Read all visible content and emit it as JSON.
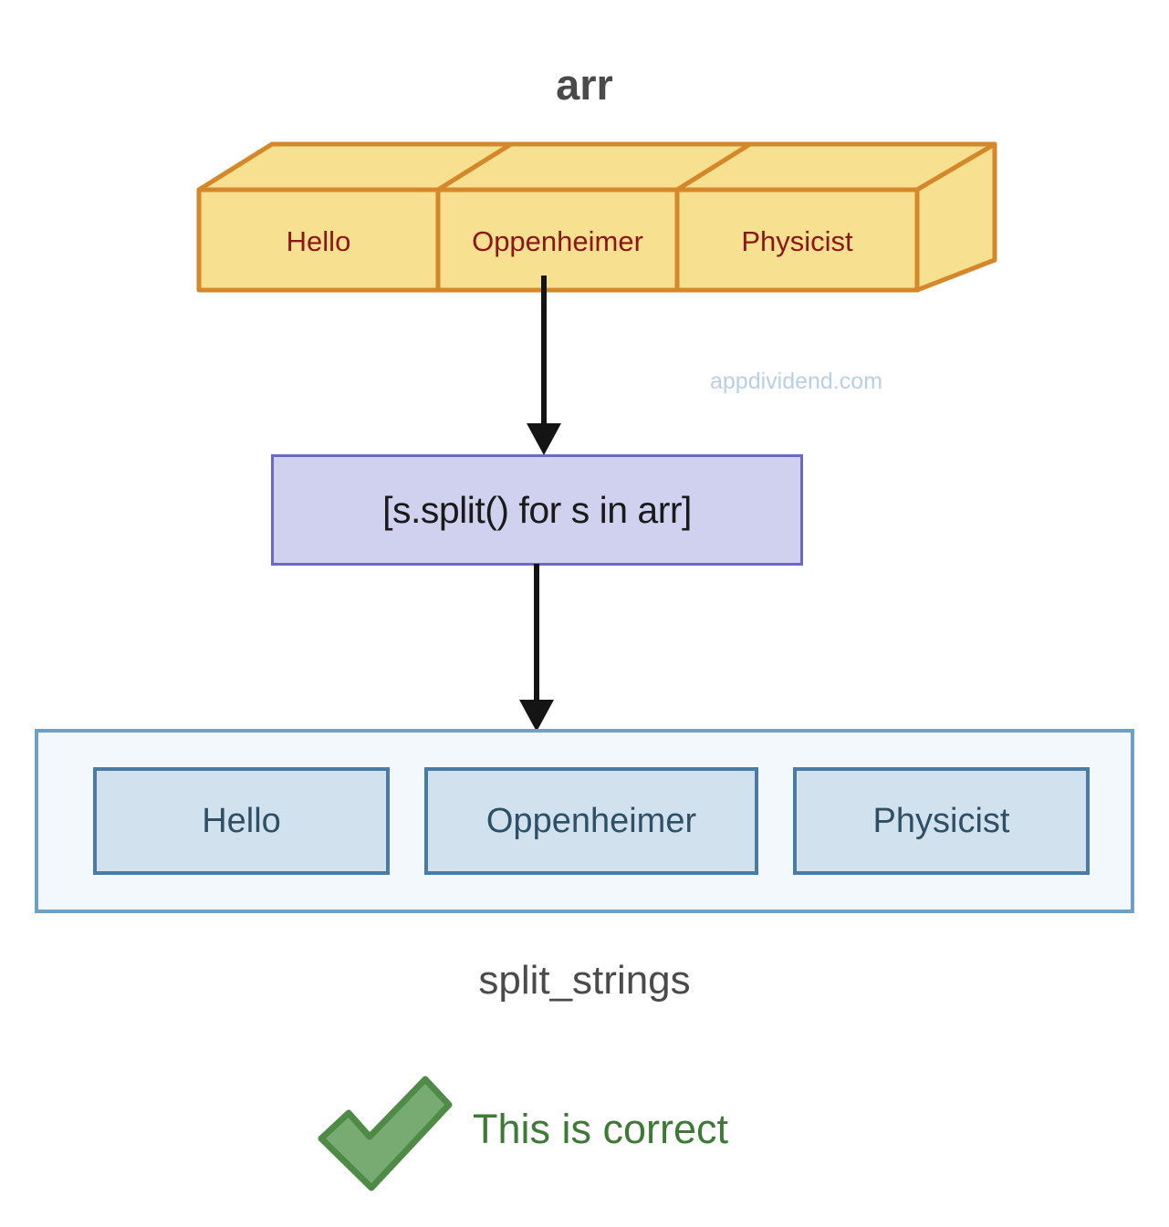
{
  "diagram": {
    "source_array": {
      "title": "arr",
      "cells": [
        "Hello",
        "Oppenheimer",
        "Physicist"
      ],
      "fill_color": "#f7e08f",
      "stroke_color": "#d4882a",
      "text_color": "#8c1515"
    },
    "operation": {
      "label": "[s.split() for s in arr]",
      "fill_color": "#d0d0ef",
      "stroke_color": "#6b68c9",
      "text_color": "#1a1a1a"
    },
    "result": {
      "title": "split_strings",
      "items": [
        "Hello",
        "Oppenheimer",
        "Physicist"
      ],
      "container_fill": "#f3f8fc",
      "container_stroke": "#6e9fc7",
      "item_fill": "#d2e1ee",
      "item_stroke": "#4a7ba6",
      "item_text_color": "#2e5066"
    },
    "verdict": {
      "icon": "green-checkmark",
      "text": "This is correct",
      "text_color": "#3d7a35",
      "check_fill": "#78ab72",
      "check_stroke": "#4f8a47"
    },
    "watermark": {
      "text": "appdividend.com",
      "color": "#b9cfe4"
    },
    "arrows": {
      "color": "#141414",
      "count": 2
    }
  }
}
